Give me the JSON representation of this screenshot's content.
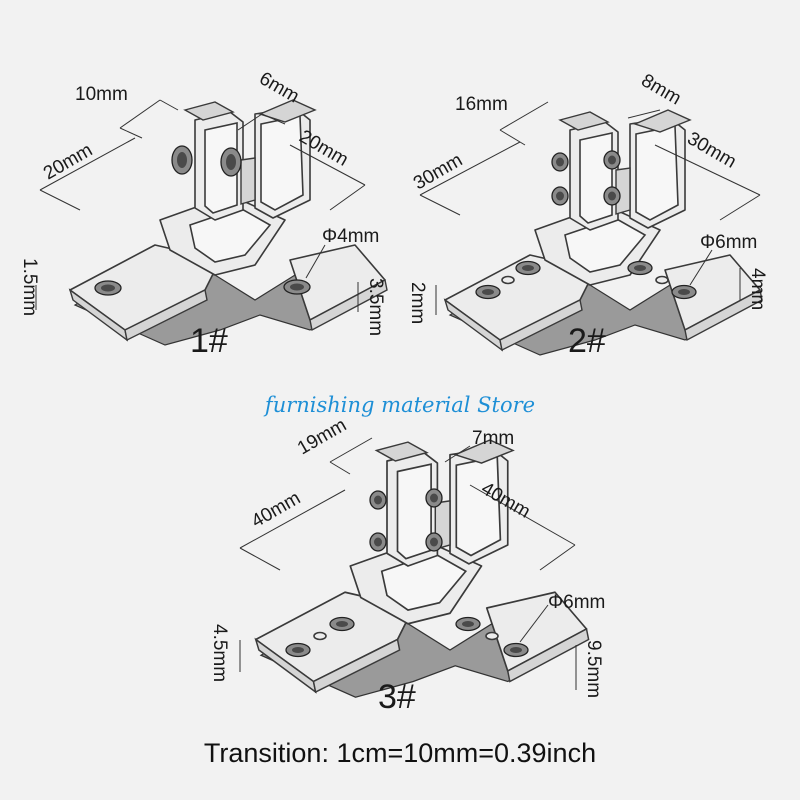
{
  "diagram": {
    "store_name": "furnishing material Store",
    "store_color": "#1e8fd6",
    "transition": "Transition: 1cm=10mm=0.39inch",
    "parts": [
      {
        "number": "1#",
        "width_left": "10mm",
        "width_right": "6mm",
        "length_left": "20mm",
        "length_right": "20mm",
        "hole": "Φ4mm",
        "thickness_left": "1.5mm",
        "thickness_right": "3.5mm"
      },
      {
        "number": "2#",
        "width_left": "16mm",
        "width_right": "8mm",
        "length_left": "30mm",
        "length_right": "30mm",
        "hole": "Φ6mm",
        "thickness_left": "2mm",
        "thickness_right": "4mm"
      },
      {
        "number": "3#",
        "width_left": "19mm",
        "width_right": "7mm",
        "length_left": "40mm",
        "length_right": "40mm",
        "hole": "Φ6mm",
        "thickness_left": "4.5mm",
        "thickness_right": "9.5mm"
      }
    ]
  }
}
